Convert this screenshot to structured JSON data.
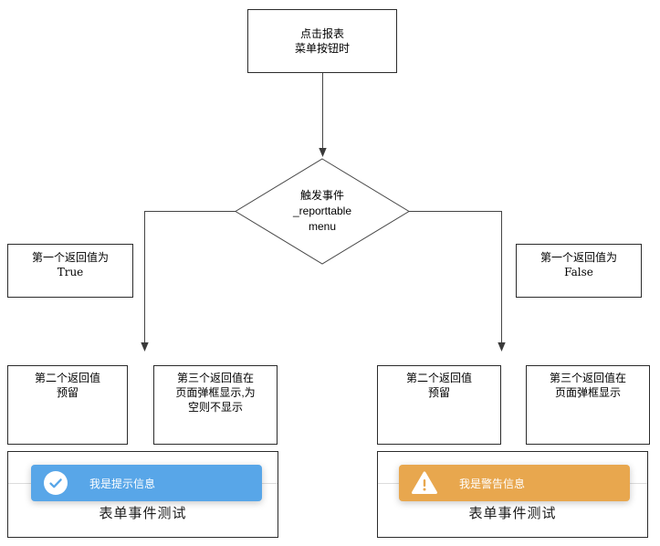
{
  "flow": {
    "start": {
      "line1": "点击报表",
      "line2": "菜单按钮时"
    },
    "decision": {
      "line1": "触发事件",
      "line2": "_reporttable",
      "line3": "menu"
    },
    "true_condition": {
      "line1": "第一个返回值为",
      "line2": "True"
    },
    "false_condition": {
      "line1": "第一个返回值为",
      "line2": "False"
    },
    "left_result1": {
      "line1": "第二个返回值",
      "line2": "预留"
    },
    "left_result2": {
      "line1": "第三个返回值在",
      "line2": "页面弹框显示,为",
      "line3": "空则不显示"
    },
    "right_result1": {
      "line1": "第二个返回值",
      "line2": "预留"
    },
    "right_result2": {
      "line1": "第三个返回值在",
      "line2": "页面弹框显示"
    }
  },
  "preview_left": {
    "icon": "check-circle-icon",
    "toast_text": "我是提示信息",
    "toast_color": "#58a6e8",
    "form_title": "表单事件测试"
  },
  "preview_right": {
    "icon": "warning-triangle-icon",
    "toast_text": "我是警告信息",
    "toast_color": "#e8a74e",
    "form_title": "表单事件测试"
  },
  "colors": {
    "line": "#454545",
    "box_border": "#2b2b2b",
    "divider": "#dcdcdc",
    "toast_text": "#ffffff",
    "form_title_text": "#1a1a1a"
  }
}
